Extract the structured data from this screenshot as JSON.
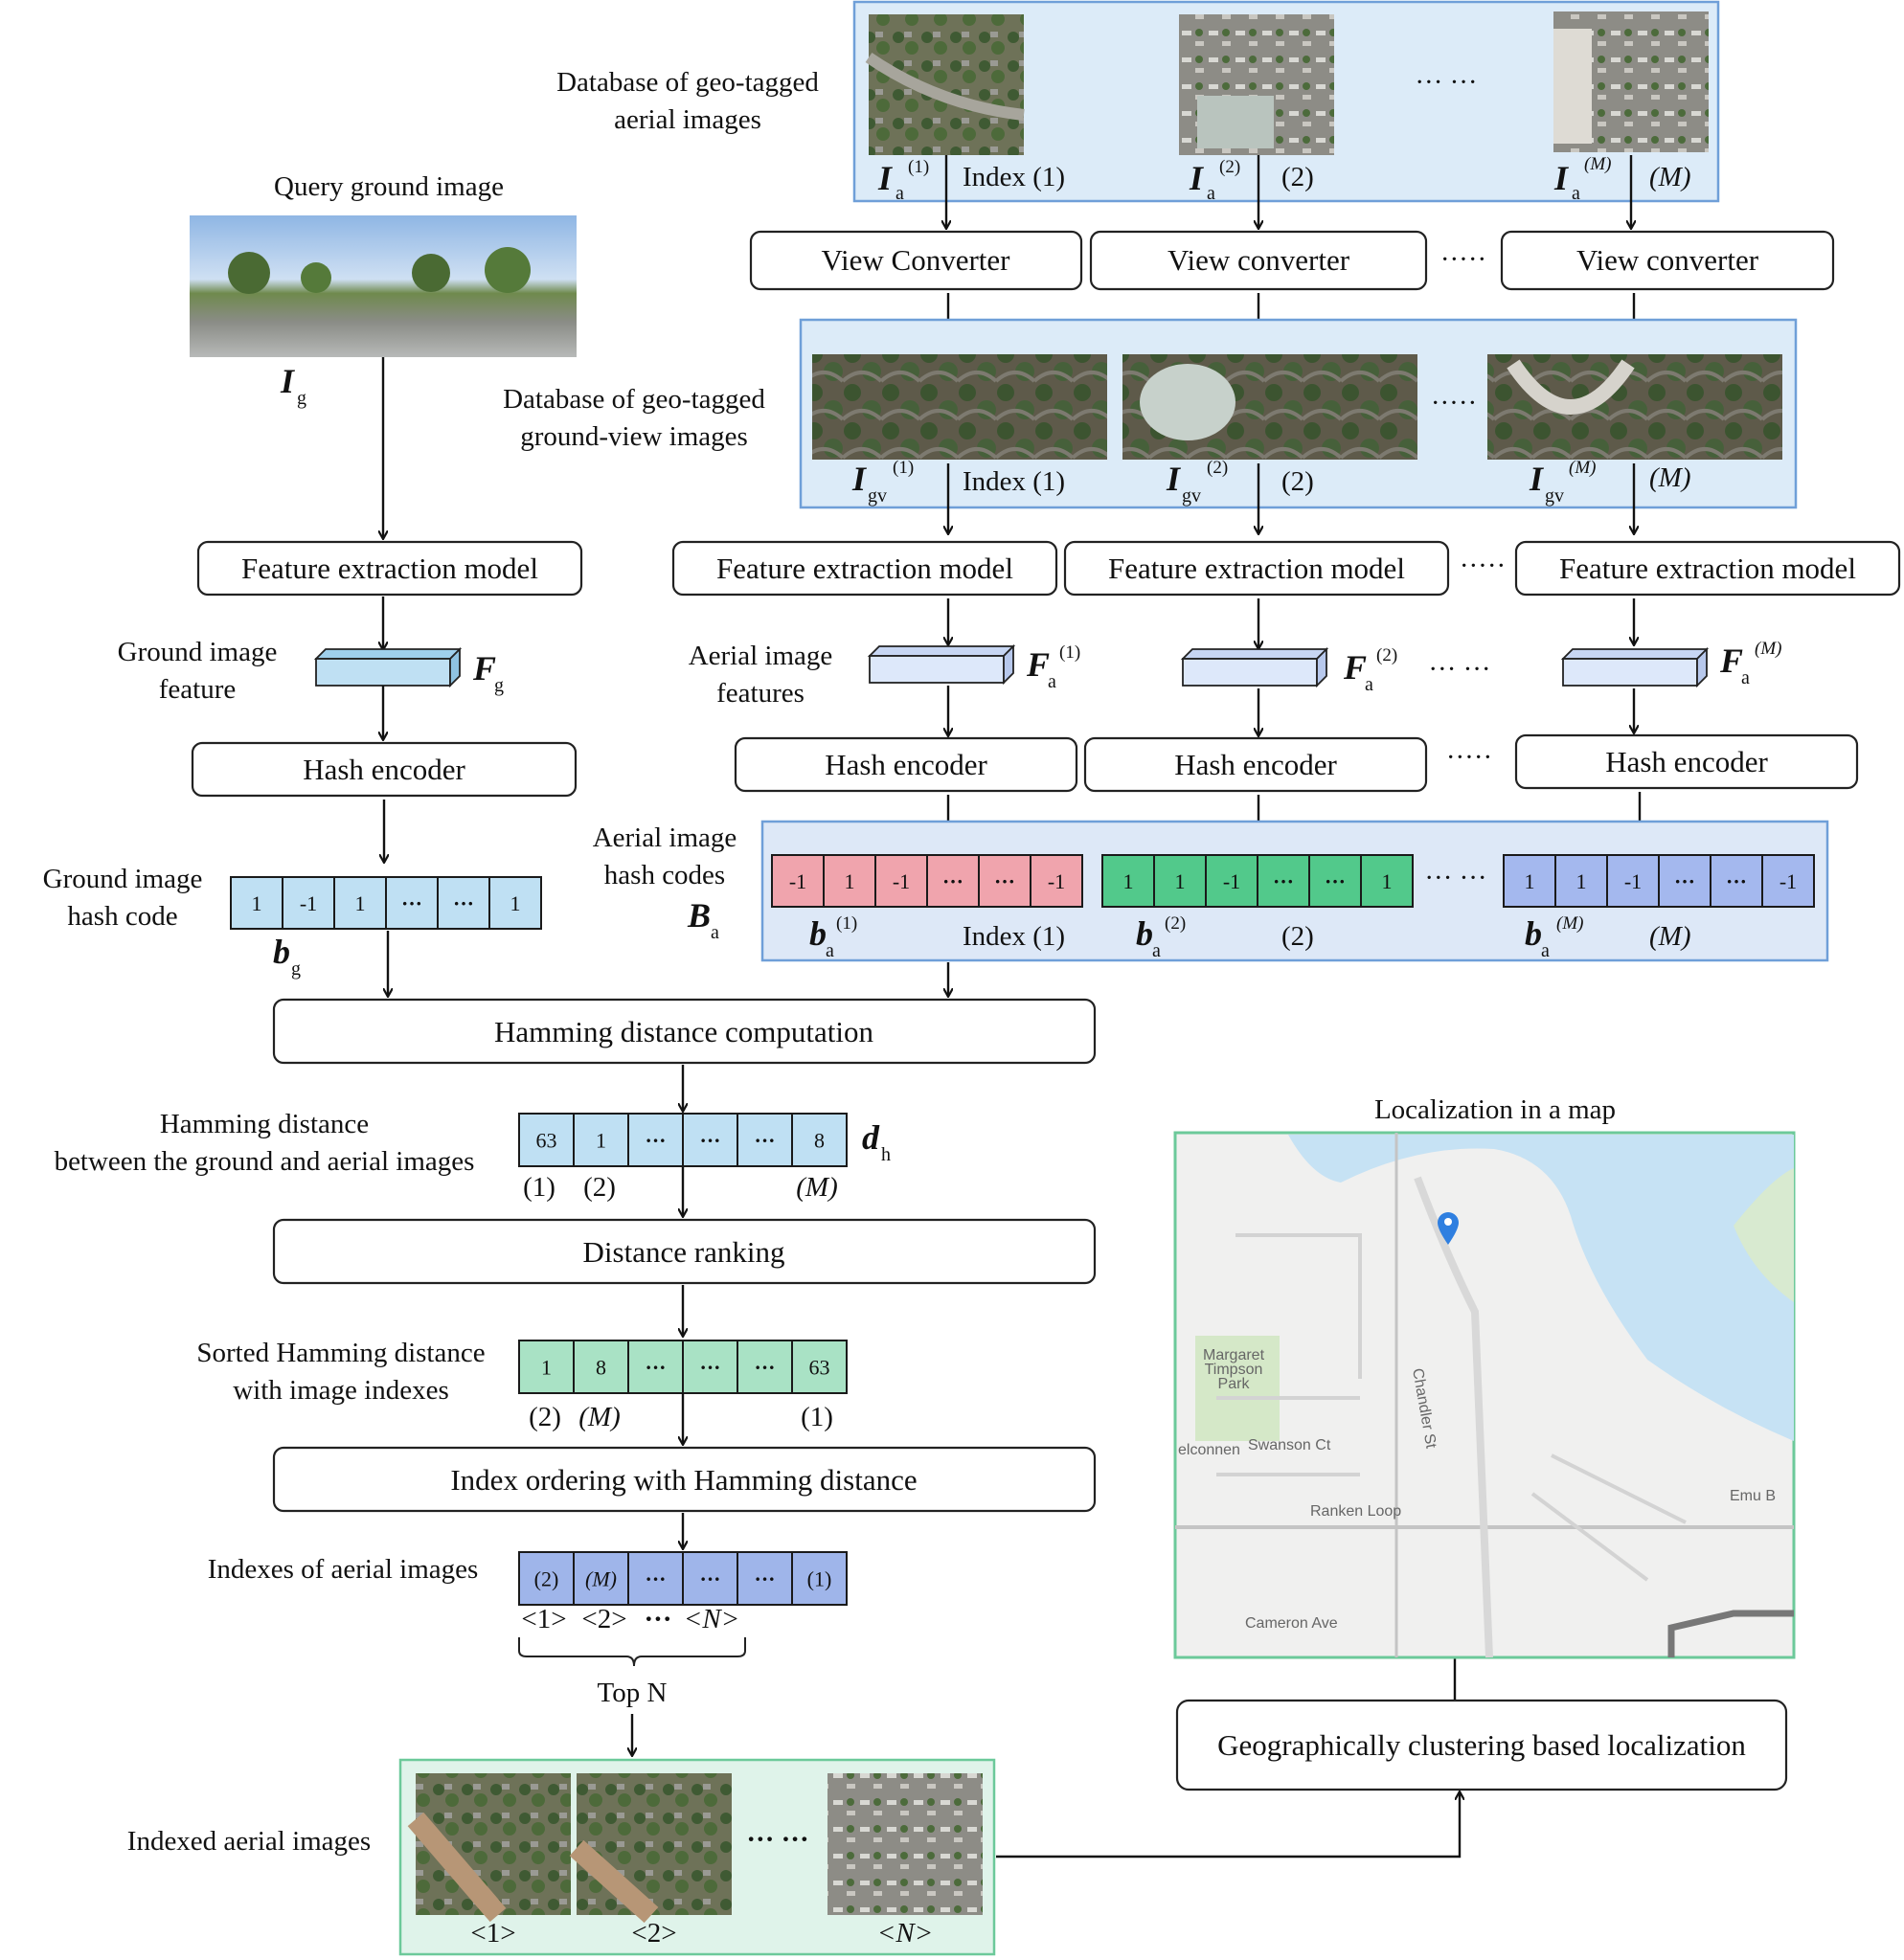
{
  "labels": {
    "db_aerial_1": "Database of geo-tagged",
    "db_aerial_2": "aerial images",
    "query": "Query ground image",
    "db_gv_1": "Database of geo-tagged",
    "db_gv_2": "ground-view images",
    "ground_feat_1": "Ground image",
    "ground_feat_2": "feature",
    "aerial_feat_1": "Aerial image",
    "aerial_feat_2": "features",
    "ground_hash_1": "Ground image",
    "ground_hash_2": "hash code",
    "aerial_hash_1": "Aerial image",
    "aerial_hash_2": "hash codes",
    "hd_1": "Hamming distance",
    "hd_2": "between the ground and aerial images",
    "sorted_1": "Sorted Hamming distance",
    "sorted_2": "with image indexes",
    "indexes": "Indexes of aerial images",
    "top_n": "Top N",
    "indexed": "Indexed aerial images",
    "loc_map": "Localization in a map",
    "ellipsis": "··· ···",
    "dots": "·····"
  },
  "boxes": {
    "view_converter_1": "View Converter",
    "view_converter_2": "View converter",
    "view_converter_m": "View converter",
    "feat_model": "Feature extraction model",
    "hash_encoder": "Hash encoder",
    "hamming": "Hamming distance computation",
    "ranking": "Distance ranking",
    "ordering": "Index ordering with Hamming distance",
    "geo": "Geographically clustering based localization"
  },
  "indices": {
    "index1": "Index (1)",
    "i2": "(2)",
    "im": "(M)",
    "i1": "(1)",
    "n1": "<1>",
    "n2": "<2>",
    "nn": "<N>",
    "ndots": "···"
  },
  "symbols": {
    "I": "I",
    "F": "F",
    "b": "b",
    "B": "B",
    "d": "d",
    "g": "g",
    "a": "a",
    "gv": "gv",
    "h": "h",
    "s1": "(1)",
    "s2": "(2)",
    "sm": "(M)"
  },
  "hash_codes": {
    "ground": [
      "1",
      "-1",
      "1",
      "···",
      "···",
      "1"
    ],
    "aerial_1": [
      "-1",
      "1",
      "-1",
      "···",
      "···",
      "-1"
    ],
    "aerial_2": [
      "1",
      "1",
      "-1",
      "···",
      "···",
      "1"
    ],
    "aerial_m": [
      "1",
      "1",
      "-1",
      "···",
      "···",
      "-1"
    ]
  },
  "distances": {
    "hamming": [
      "63",
      "1",
      "···",
      "···",
      "···",
      "8"
    ],
    "sorted": [
      "1",
      "8",
      "···",
      "···",
      "···",
      "63"
    ],
    "indexes": [
      "(2)",
      "(M)",
      "···",
      "···",
      "···",
      "(1)"
    ]
  },
  "map_labels": {
    "park": [
      "Margaret",
      "Timpson",
      "Park"
    ],
    "chandler": "Chandler St",
    "swanson": "Swanson Ct",
    "belconnen": "elconnen",
    "ranken": "Ranken Loop",
    "emu": "Emu B",
    "cameron": "Cameron Ave"
  },
  "colors": {
    "panel_blue_fill": "#dcebf8",
    "panel_blue_stroke": "#6f9fd8",
    "feature_ground": "#bfe0f3",
    "feature_aerial": "#dde8fa",
    "code_ground": "#bfe0f3",
    "code_red": "#f0a4ad",
    "code_green": "#52c98b",
    "code_blue": "#a4b8ee",
    "dist_blue": "#bfe0f3",
    "sorted_green": "#a9e2c5",
    "index_blue": "#9fb5ea",
    "panel_green": "#6cc99a",
    "pin": "#2f7fe0"
  }
}
